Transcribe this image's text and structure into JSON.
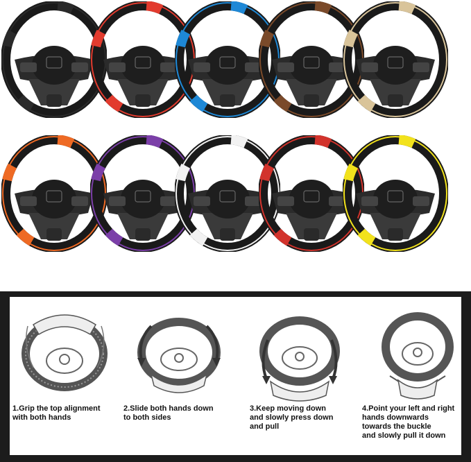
{
  "wheels": [
    {
      "color_name": "black",
      "accent": "#2a2a2a"
    },
    {
      "color_name": "red",
      "accent": "#e23b2e"
    },
    {
      "color_name": "blue",
      "accent": "#1e88d6"
    },
    {
      "color_name": "brown",
      "accent": "#7a4a2a"
    },
    {
      "color_name": "beige",
      "accent": "#d9c49a"
    },
    {
      "color_name": "orange",
      "accent": "#ee6a24"
    },
    {
      "color_name": "purple",
      "accent": "#7b3fa8"
    },
    {
      "color_name": "white",
      "accent": "#f2f2f2"
    },
    {
      "color_name": "red",
      "accent": "#d2332c"
    },
    {
      "color_name": "yellow",
      "accent": "#f2e21c"
    }
  ],
  "instructions": {
    "steps": [
      {
        "caption": "1.Grip the top alignment\n  with both hands"
      },
      {
        "caption": "2.Slide both hands down\n  to both sides"
      },
      {
        "caption": "3.Keep moving down\n  and slowly press down\n  and pull"
      },
      {
        "caption": "4.Point your left and right\n  hands downwards\n  towards the buckle\n  and slowly pull it down"
      }
    ]
  }
}
